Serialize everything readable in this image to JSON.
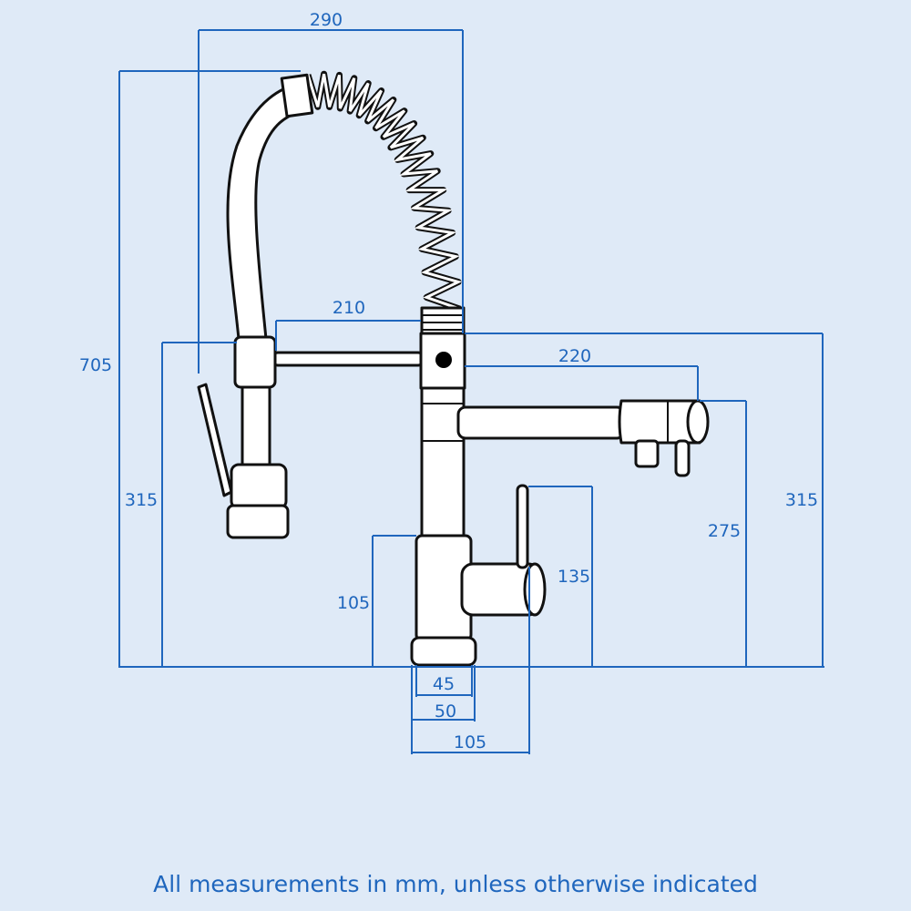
{
  "colors": {
    "background": "#dfeaf7",
    "dimension": "#1f66bd",
    "outline": "#111111"
  },
  "dimensions": {
    "total_width": "290",
    "total_height": "705",
    "sprayer_height": "315",
    "holder_arm": "210",
    "spout_reach": "220",
    "body_height": "315",
    "spout_height": "275",
    "handle_height": "135",
    "base_height": "105",
    "base_inner": "45",
    "base_outer": "50",
    "base_to_handle": "105"
  },
  "footer": "All measurements in mm, unless otherwise indicated"
}
